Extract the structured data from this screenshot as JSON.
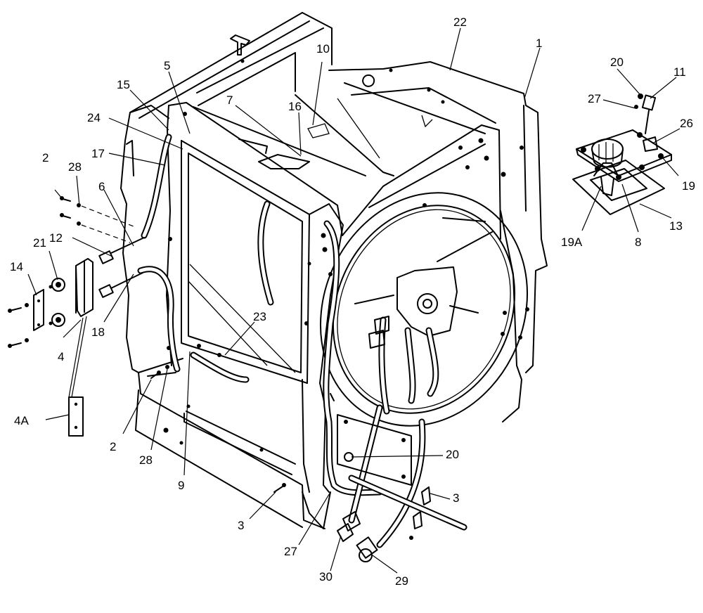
{
  "callouts": {
    "c1": "1",
    "c2a": "2",
    "c2b": "2",
    "c3a": "3",
    "c3b": "3",
    "c4": "4",
    "c4a": "4A",
    "c5": "5",
    "c6": "6",
    "c7": "7",
    "c8": "8",
    "c9": "9",
    "c10": "10",
    "c11": "11",
    "c12": "12",
    "c13": "13",
    "c14": "14",
    "c15": "15",
    "c16": "16",
    "c17": "17",
    "c18": "18",
    "c19": "19",
    "c19a": "19A",
    "c20a": "20",
    "c20b": "20",
    "c21": "21",
    "c22": "22",
    "c23": "23",
    "c24": "24",
    "c26": "26",
    "c27a": "27",
    "c27b": "27",
    "c28a": "28",
    "c28b": "28",
    "c29": "29",
    "c30": "30"
  },
  "icons": {
    "housing": "radiator-housing-frame",
    "fan": "fan-shroud-ring",
    "filter": "breather-filter-assembly",
    "bracket": "clamp-bracket"
  }
}
